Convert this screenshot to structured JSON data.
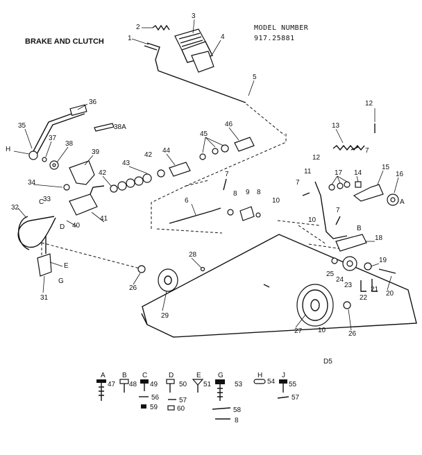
{
  "title": "BRAKE AND CLUTCH",
  "model_label": "MODEL NUMBER",
  "model_number": "917.25881",
  "code": "D5",
  "callouts": {
    "c1": "1",
    "c2": "2",
    "c3": "3",
    "c4": "4",
    "c5": "5",
    "c6": "6",
    "c7a": "7",
    "c7b": "7",
    "c7c": "7",
    "c7d": "7",
    "c8a": "8",
    "c8b": "8",
    "c9": "9",
    "c10a": "10",
    "c10b": "10",
    "c10c": "10",
    "c11": "11",
    "c12a": "12",
    "c12b": "12",
    "c13": "13",
    "c14": "14",
    "c15": "15",
    "c16": "16",
    "c17": "17",
    "c18": "18",
    "c19": "19",
    "c20": "20",
    "c21": "21",
    "c22": "22",
    "c23": "23",
    "c24": "24",
    "c25": "25",
    "c26a": "26",
    "c26b": "26",
    "c27": "27",
    "c28": "28",
    "c29": "29",
    "c31": "31",
    "c32": "32",
    "c33": "33",
    "c34": "34",
    "c35": "35",
    "c36": "36",
    "c37": "37",
    "c38": "38",
    "c38a": "38A",
    "c39": "39",
    "c40": "40",
    "c41": "41",
    "c42a": "42",
    "c42b": "42",
    "c43": "43",
    "c44": "44",
    "c45": "45",
    "c46": "46",
    "lA1": "A",
    "lB1": "B",
    "lC1": "C",
    "lD1": "D",
    "lE1": "E",
    "lG1": "G",
    "lH1": "H"
  },
  "legend": [
    {
      "letter": "A",
      "part": "47"
    },
    {
      "letter": "B",
      "part": "48"
    },
    {
      "letter": "C",
      "part": "49"
    },
    {
      "letter": "D",
      "part": "50"
    },
    {
      "letter": "E",
      "part": "51"
    },
    {
      "letter": "G",
      "part": "53"
    },
    {
      "letter": "H",
      "part": "54"
    },
    {
      "letter": "J",
      "part": "55"
    }
  ],
  "legend_extras": [
    "56",
    "57",
    "59",
    "60",
    "58",
    "8",
    "57"
  ]
}
